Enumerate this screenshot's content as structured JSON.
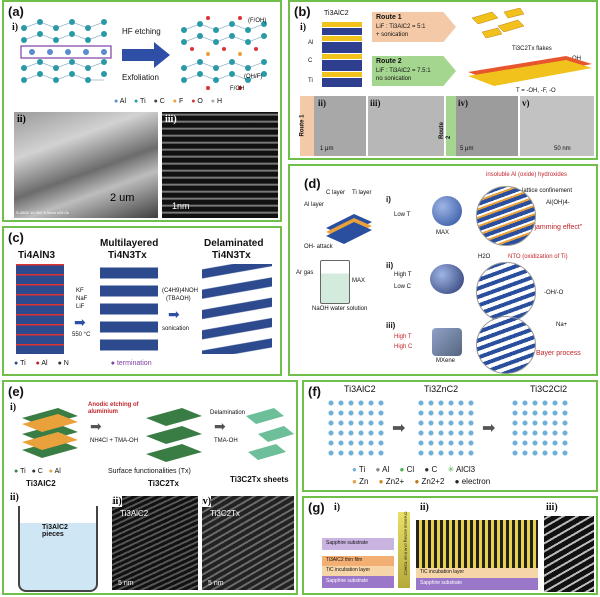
{
  "colors": {
    "border": "#6fbf4a",
    "arrow": "#2f4fa6",
    "red": "#c0262c",
    "ti": "#1f7a8c",
    "al": "#4a7fc1"
  },
  "panel_a": {
    "label": "(a)",
    "sub_i": "i)",
    "sub_ii": "ii)",
    "sub_iii": "iii)",
    "arrow_top": "HF etching",
    "arrow_bottom": "Exfoliation",
    "term_top": "(F/OH)",
    "term_bottom": "(OH/F)",
    "term_f": "F/OH",
    "legend": [
      "Al",
      "Ti",
      "C",
      "F",
      "O",
      "H"
    ],
    "scale_ii": "2 um",
    "scale_iii": "1nm",
    "sem_caption": "S-4800 10.0kV 6.0mm x25.0k"
  },
  "panel_b": {
    "label": "(b)",
    "sub_i": "i)",
    "ti3alc2": "Ti3AlC2",
    "route1_title": "Route 1",
    "route1_text": "LiF : Ti3AlC2 = 5:1",
    "route1_note": "+ sonication",
    "route2_title": "Route 2",
    "route2_text": "LiF : Ti3AlC2 = 7.5:1",
    "route2_note": "no sonication",
    "flakes": "Ti3C2Tx flakes",
    "oh": "-OH",
    "terms": "T = -OH, -F, -O",
    "atom_al": "Al",
    "atom_c": "C",
    "atom_ti": "Ti",
    "subs": [
      "ii)",
      "iii)",
      "iv)",
      "v)"
    ],
    "route_tags": [
      "Route 1",
      "Route 2"
    ],
    "scales": [
      "1 μm",
      "5 μm",
      "50 nm"
    ]
  },
  "panel_c": {
    "label": "(c)",
    "col1": "Ti4AlN3",
    "col2_title": "Multilayered",
    "col2": "Ti4N3Tx",
    "col3_title": "Delaminated",
    "col3": "Ti4N3Tx",
    "step1": [
      "KF",
      "NaF",
      "LiF"
    ],
    "step1_temp": "550 °C",
    "step2": [
      "(C4H9)4NOH",
      "(TBAOH)"
    ],
    "step2_b": "sonication",
    "legend": [
      "Ti",
      "Al",
      "N",
      "termination"
    ]
  },
  "panel_d": {
    "label": "(d)",
    "al_layer": "Al layer",
    "c_layer": "C layer",
    "ti_layer": "Ti layer",
    "insoluble": "insoluble Al (oxide) hydroxides",
    "lattice": "lattice confinement",
    "aloh": "Al(OH)4-",
    "jamming": "\"jamming effect\"",
    "row_i": "i)",
    "row_ii": "ii)",
    "row_iii": "iii)",
    "low_t": "Low T",
    "high_t": "High T",
    "low_c": "Low C",
    "high_t2": "High T",
    "high_c": "High C",
    "oh_attack": "OH- attack",
    "ar_gas": "Ar gas",
    "max": "MAX",
    "naoh": "NaOH water solution",
    "max_label": "MAX",
    "h2o": "H2O",
    "nto": "NTO (oxidization of Ti)",
    "ohno": "-OH/-O",
    "na": "Na+",
    "mxene": "MXene",
    "bayer": "Bayer process"
  },
  "panel_e": {
    "label": "(e)",
    "sub_i": "i)",
    "anodic": "Anodic etching of aluminium",
    "deLam": "Delamination",
    "nh4cl": "NH4Cl + TMA-OH",
    "tmaoh": "TMA-OH",
    "ti3alc2": "Ti3AlC2",
    "ti3c2tx": "Ti3C2Tx",
    "sheets": "Ti3C2Tx sheets",
    "legend": [
      "Ti",
      "C",
      "Al"
    ],
    "surface": "Surface functionalities (Tx)",
    "sub_ii": "ii)",
    "pieces": "Ti3AlC2 pieces",
    "sub_iii": "iii)",
    "sub_iv": "iv)",
    "tem1": "Ti3AlC2",
    "tem2": "Ti3C2Tx",
    "scale": "5 nm"
  },
  "panel_f": {
    "label": "(f)",
    "col1": "Ti3AlC2",
    "col2": "Ti3ZnC2",
    "col3": "Ti3C2Cl2",
    "legend": [
      "Ti",
      "Al",
      "Cl",
      "C",
      "AlCl3",
      "Zn",
      "Zn2+",
      "Zn2+2",
      "electron"
    ]
  },
  "panel_g": {
    "label": "(g)",
    "sub_i": "i)",
    "sub_ii": "ii)",
    "sub_iii": "iii)",
    "sapphire": "Sapphire substrate",
    "thin_film": "Ti3AlC2 thin film",
    "tic": "TiC incubation layer",
    "sapphire2": "Sapphire substrate",
    "arrow_text": "Chemical etching of Al from Ti3AlC2",
    "tic2": "TiC incubation layer",
    "sapphire3": "Sapphire substrate"
  }
}
